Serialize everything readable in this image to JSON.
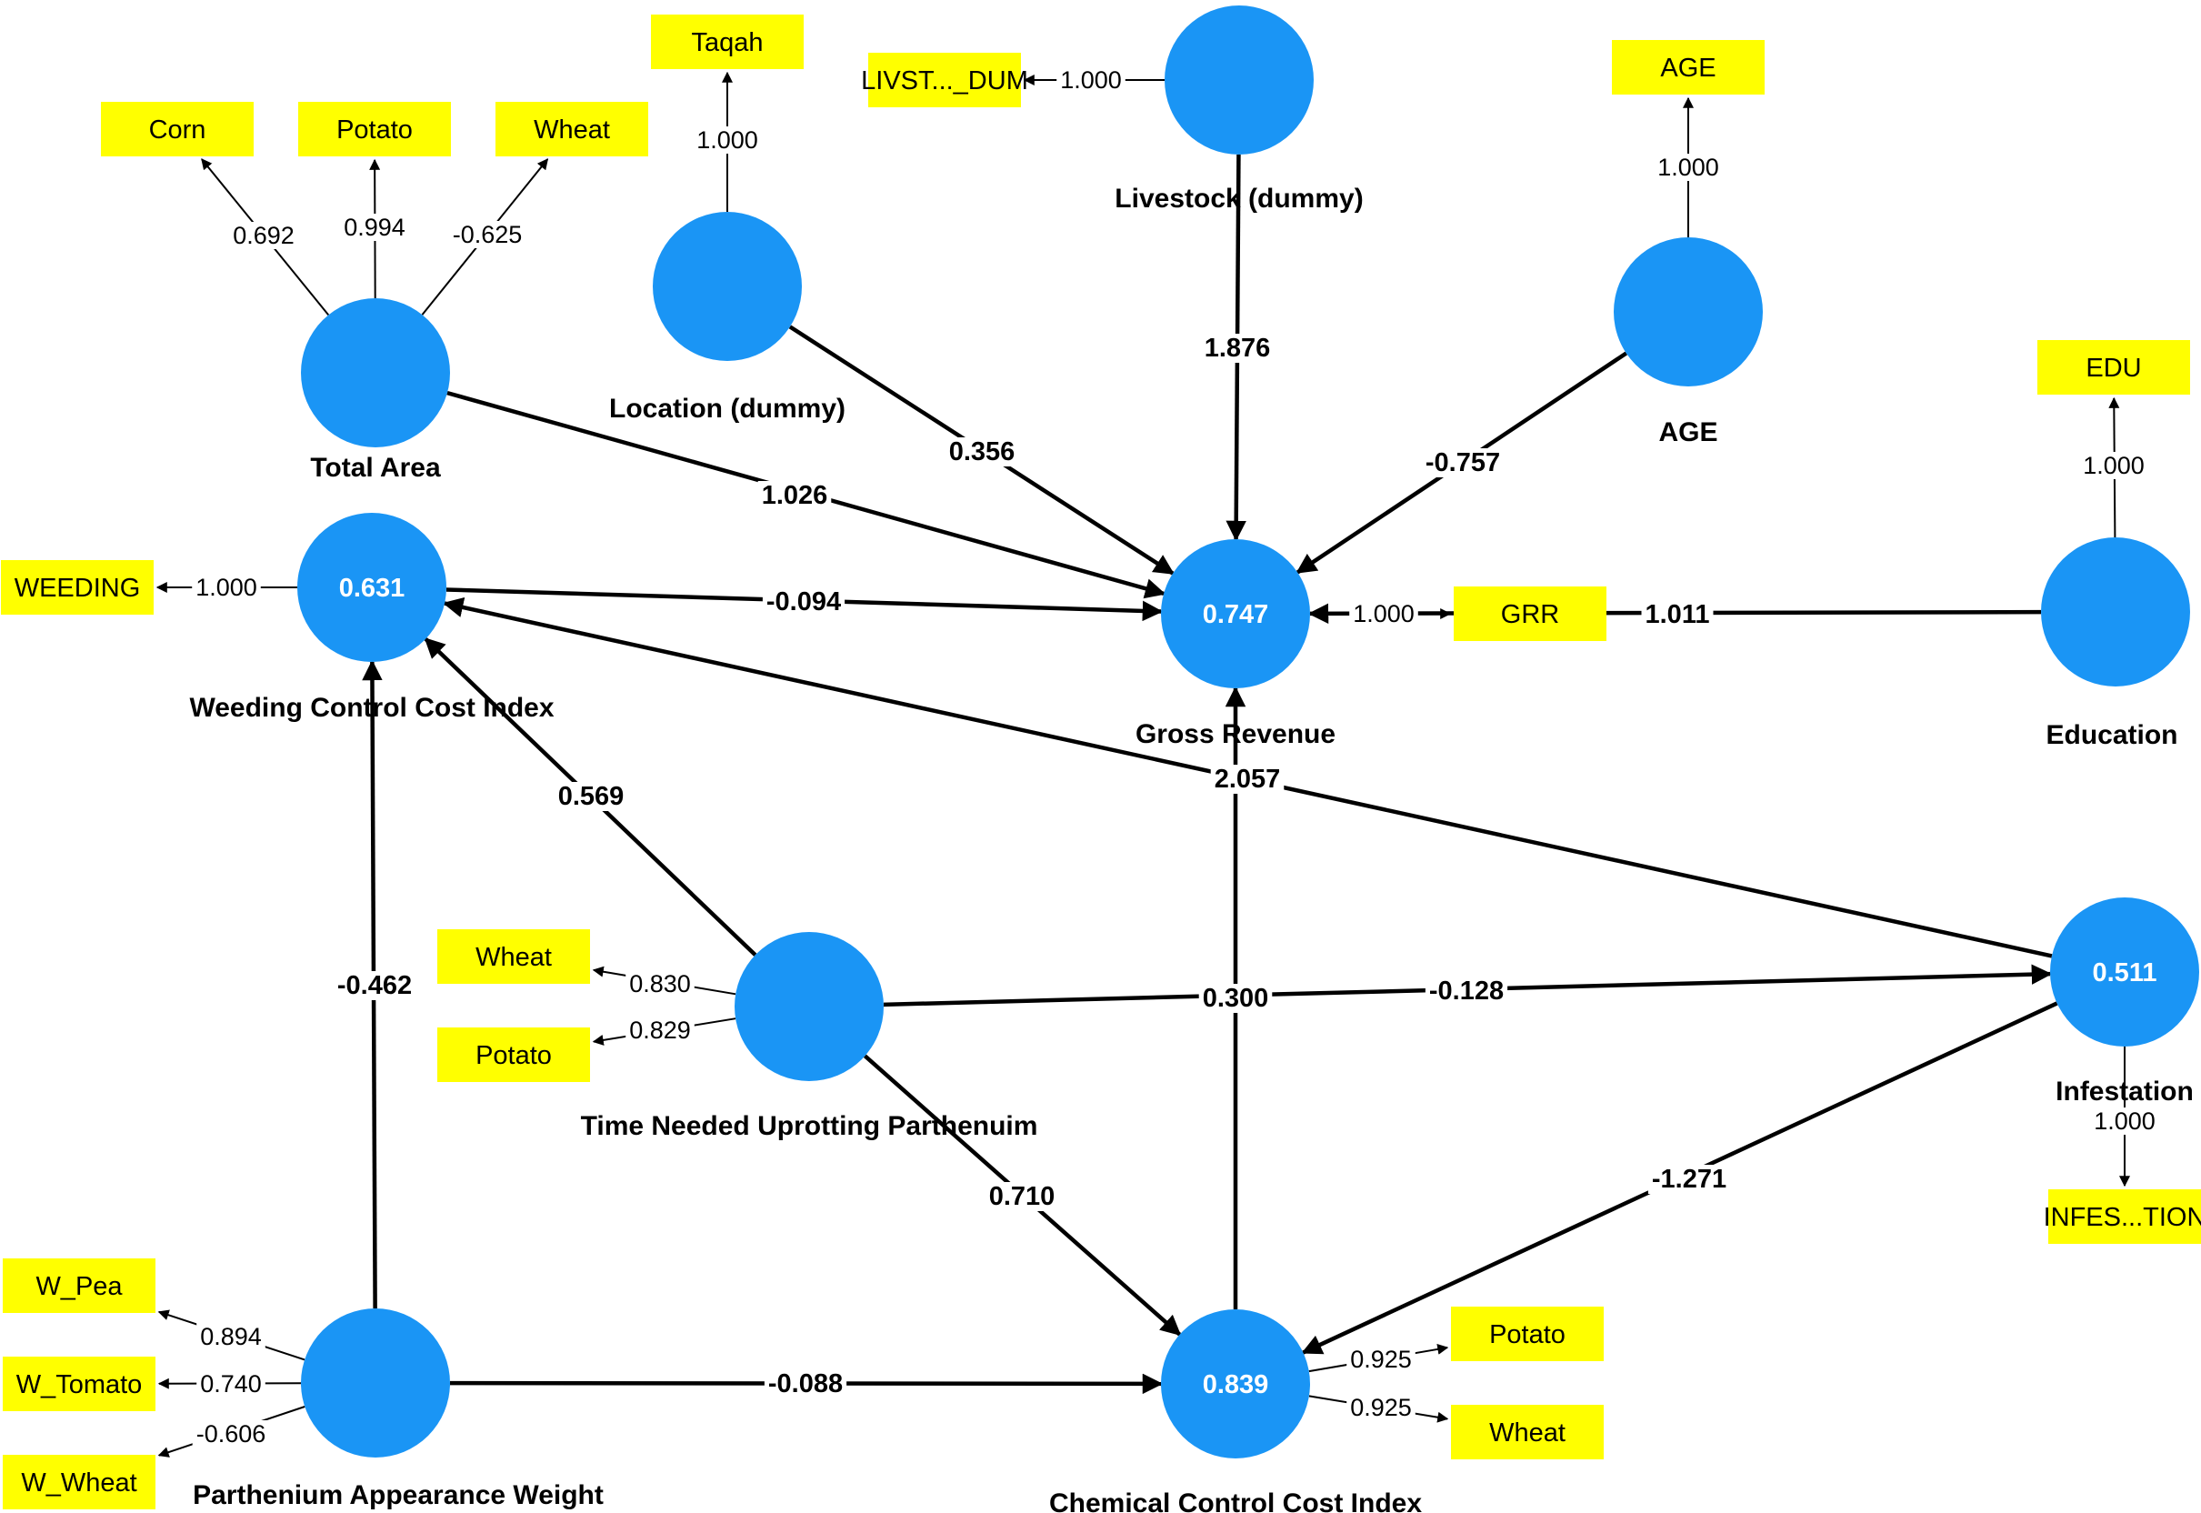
{
  "constructs": [
    {
      "id": "total_area",
      "label": "Total Area",
      "r2": ""
    },
    {
      "id": "location",
      "label": "Location (dummy)",
      "r2": ""
    },
    {
      "id": "livestock",
      "label": "Livestock (dummy)",
      "r2": ""
    },
    {
      "id": "age",
      "label": "AGE",
      "r2": ""
    },
    {
      "id": "education",
      "label": "Education",
      "r2": ""
    },
    {
      "id": "weeding",
      "label": "Weeding Control Cost Index",
      "r2": "0.631"
    },
    {
      "id": "gross",
      "label": "Gross Revenue",
      "r2": "0.747"
    },
    {
      "id": "time",
      "label": "Time Needed Uprotting Parthenuim",
      "r2": ""
    },
    {
      "id": "infestation",
      "label": "Infestation",
      "r2": "0.511"
    },
    {
      "id": "parthenium",
      "label": "Parthenium Appearance Weight",
      "r2": ""
    },
    {
      "id": "chemical",
      "label": "Chemical Control Cost Index",
      "r2": "0.839"
    }
  ],
  "indicators": [
    {
      "id": "ta_corn",
      "label": "Corn"
    },
    {
      "id": "ta_potato",
      "label": "Potato"
    },
    {
      "id": "ta_wheat",
      "label": "Wheat"
    },
    {
      "id": "taqah",
      "label": "Taqah"
    },
    {
      "id": "livst",
      "label": "LIVST..._DUM"
    },
    {
      "id": "age_ind",
      "label": "AGE"
    },
    {
      "id": "edu",
      "label": "EDU"
    },
    {
      "id": "weeding_ind",
      "label": "WEEDING"
    },
    {
      "id": "grr",
      "label": "GRR"
    },
    {
      "id": "tn_wheat",
      "label": "Wheat"
    },
    {
      "id": "tn_potato",
      "label": "Potato"
    },
    {
      "id": "infes",
      "label": "INFES...TION"
    },
    {
      "id": "w_pea",
      "label": "W_Pea"
    },
    {
      "id": "w_tomato",
      "label": "W_Tomato"
    },
    {
      "id": "w_wheat",
      "label": "W_Wheat"
    },
    {
      "id": "cc_potato",
      "label": "Potato"
    },
    {
      "id": "cc_wheat",
      "label": "Wheat"
    }
  ],
  "paths": [
    {
      "from": "total_area",
      "to": "gross",
      "value": "1.026"
    },
    {
      "from": "location",
      "to": "gross",
      "value": "0.356"
    },
    {
      "from": "livestock",
      "to": "gross",
      "value": "1.876"
    },
    {
      "from": "age",
      "to": "gross",
      "value": "-0.757"
    },
    {
      "from": "education",
      "to": "gross",
      "value": "1.011"
    },
    {
      "from": "weeding",
      "to": "gross",
      "value": "-0.094"
    },
    {
      "from": "infestation",
      "to": "weeding",
      "value": "2.057"
    },
    {
      "from": "time",
      "to": "weeding",
      "value": "0.569"
    },
    {
      "from": "parthenium",
      "to": "weeding",
      "value": "-0.462"
    },
    {
      "from": "chemical",
      "to": "gross",
      "value": "0.300"
    },
    {
      "from": "time",
      "to": "infestation",
      "value": "-0.128"
    },
    {
      "from": "time",
      "to": "chemical",
      "value": "0.710"
    },
    {
      "from": "infestation",
      "to": "chemical",
      "value": "-1.271"
    },
    {
      "from": "parthenium",
      "to": "chemical",
      "value": "-0.088"
    }
  ],
  "loadings": [
    {
      "construct": "total_area",
      "indicator": "ta_corn",
      "value": "0.692"
    },
    {
      "construct": "total_area",
      "indicator": "ta_potato",
      "value": "0.994"
    },
    {
      "construct": "total_area",
      "indicator": "ta_wheat",
      "value": "-0.625"
    },
    {
      "construct": "location",
      "indicator": "taqah",
      "value": "1.000"
    },
    {
      "construct": "livestock",
      "indicator": "livst",
      "value": "1.000"
    },
    {
      "construct": "age",
      "indicator": "age_ind",
      "value": "1.000"
    },
    {
      "construct": "education",
      "indicator": "edu",
      "value": "1.000"
    },
    {
      "construct": "weeding",
      "indicator": "weeding_ind",
      "value": "1.000"
    },
    {
      "construct": "gross",
      "indicator": "grr",
      "value": "1.000"
    },
    {
      "construct": "time",
      "indicator": "tn_wheat",
      "value": "0.830"
    },
    {
      "construct": "time",
      "indicator": "tn_potato",
      "value": "0.829"
    },
    {
      "construct": "infestation",
      "indicator": "infes",
      "value": "1.000"
    },
    {
      "construct": "parthenium",
      "indicator": "w_pea",
      "value": "0.894"
    },
    {
      "construct": "parthenium",
      "indicator": "w_tomato",
      "value": "0.740"
    },
    {
      "construct": "parthenium",
      "indicator": "w_wheat",
      "value": "-0.606"
    },
    {
      "construct": "chemical",
      "indicator": "cc_potato",
      "value": "0.925"
    },
    {
      "construct": "chemical",
      "indicator": "cc_wheat",
      "value": "0.925"
    }
  ],
  "colors": {
    "construct": "#1a95f5",
    "indicator": "#ffff00",
    "edge": "#000000"
  }
}
